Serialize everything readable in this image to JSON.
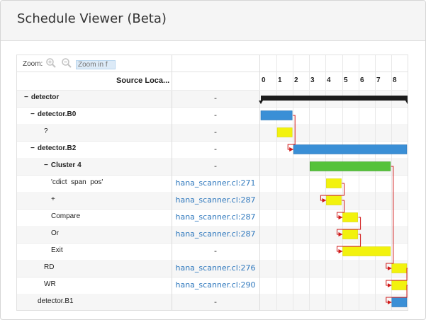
{
  "header": {
    "title": "Schedule Viewer (Beta)"
  },
  "toolbar": {
    "zoom_label": "Zoom:",
    "zoom_in_icon": "zoom-in-icon",
    "zoom_out_icon": "zoom-out-icon",
    "zoom_placeholder": "Zoom in f"
  },
  "columns": {
    "name": "",
    "source": "Source Loca..."
  },
  "axis": {
    "ticks": [
      "0",
      "1",
      "2",
      "3",
      "4",
      "5",
      "6",
      "7",
      "8"
    ]
  },
  "rows": [
    {
      "label": "detector",
      "toggle": "−",
      "indent": 0,
      "bold": true,
      "source": "-",
      "link": false
    },
    {
      "label": "detector.B0",
      "toggle": "−",
      "indent": 1,
      "bold": true,
      "source": "-",
      "link": false
    },
    {
      "label": "?",
      "toggle": "",
      "indent": 2,
      "bold": false,
      "source": "-",
      "link": false
    },
    {
      "label": "detector.B2",
      "toggle": "−",
      "indent": 1,
      "bold": true,
      "source": "-",
      "link": false
    },
    {
      "label": "Cluster 4",
      "toggle": "−",
      "indent": 2,
      "bold": true,
      "source": "-",
      "link": false
    },
    {
      "label": "'cdict  span  pos'",
      "toggle": "",
      "indent": 3,
      "bold": false,
      "source": "hana_scanner.cl:271",
      "link": true
    },
    {
      "label": "+",
      "toggle": "",
      "indent": 3,
      "bold": false,
      "source": "hana_scanner.cl:287",
      "link": true
    },
    {
      "label": "Compare",
      "toggle": "",
      "indent": 3,
      "bold": false,
      "source": "hana_scanner.cl:287",
      "link": true
    },
    {
      "label": "Or",
      "toggle": "",
      "indent": 3,
      "bold": false,
      "source": "hana_scanner.cl:287",
      "link": true
    },
    {
      "label": "Exit",
      "toggle": "",
      "indent": 3,
      "bold": false,
      "source": "-",
      "link": false
    },
    {
      "label": "RD",
      "toggle": "",
      "indent": 2,
      "bold": false,
      "source": "hana_scanner.cl:276",
      "link": true
    },
    {
      "label": "WR",
      "toggle": "",
      "indent": 2,
      "bold": false,
      "source": "hana_scanner.cl:290",
      "link": true
    },
    {
      "label": "detector.B1",
      "toggle": "",
      "indent": 1,
      "bold": false,
      "source": "-",
      "link": false
    }
  ],
  "bars": [
    {
      "row": 0,
      "start": 0,
      "end": 9,
      "type": "summary",
      "color": "#1a1a1a"
    },
    {
      "row": 1,
      "start": 0,
      "end": 2,
      "type": "block",
      "color": "#3a8fd6"
    },
    {
      "row": 2,
      "start": 1,
      "end": 2,
      "type": "op",
      "color": "#f2f20d"
    },
    {
      "row": 3,
      "start": 2,
      "end": 9,
      "type": "block",
      "color": "#3a8fd6"
    },
    {
      "row": 4,
      "start": 3,
      "end": 8,
      "type": "cluster",
      "color": "#55c23a"
    },
    {
      "row": 5,
      "start": 4,
      "end": 5,
      "type": "op",
      "color": "#f2f20d"
    },
    {
      "row": 6,
      "start": 4,
      "end": 5,
      "type": "op",
      "color": "#f2f20d"
    },
    {
      "row": 7,
      "start": 5,
      "end": 6,
      "type": "op",
      "color": "#f2f20d"
    },
    {
      "row": 8,
      "start": 5,
      "end": 6,
      "type": "op",
      "color": "#f2f20d"
    },
    {
      "row": 9,
      "start": 5,
      "end": 8,
      "type": "op",
      "color": "#f2f20d"
    },
    {
      "row": 10,
      "start": 8,
      "end": 9,
      "type": "op",
      "color": "#f2f20d"
    },
    {
      "row": 11,
      "start": 8,
      "end": 9,
      "type": "op",
      "color": "#f2f20d"
    },
    {
      "row": 12,
      "start": 8,
      "end": 9,
      "type": "block",
      "color": "#3a8fd6"
    }
  ],
  "dependencies": [
    {
      "from": 1,
      "to": 3
    },
    {
      "from": 5,
      "to": 6
    },
    {
      "from": 6,
      "to": 7
    },
    {
      "from": 7,
      "to": 8
    },
    {
      "from": 8,
      "to": 9
    },
    {
      "from": 4,
      "to": 10
    },
    {
      "from": 10,
      "to": 11
    },
    {
      "from": 11,
      "to": 12
    }
  ],
  "colors": {
    "arrow": "#d01818",
    "link": "#2f78bd"
  }
}
